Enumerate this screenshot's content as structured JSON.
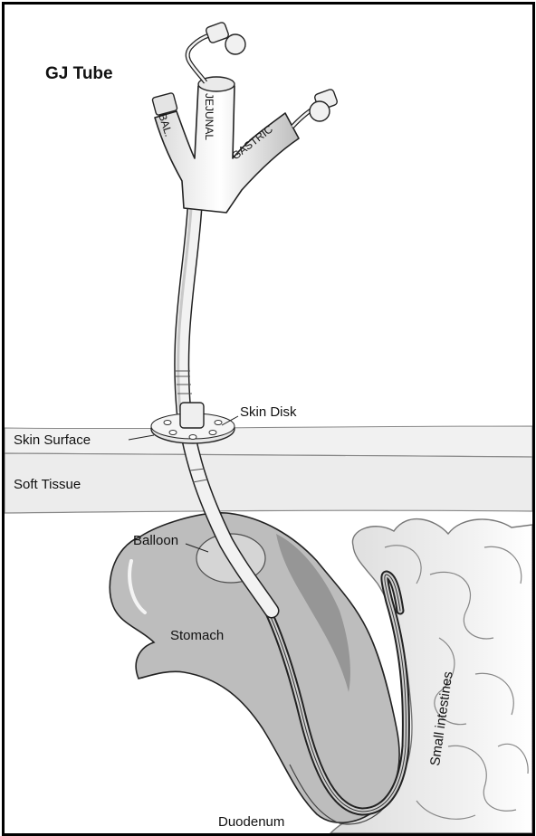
{
  "title": "GJ Tube",
  "ports": {
    "balloon": "BAL.",
    "jejunal": "JEJUNAL",
    "gastric": "GASTRIC"
  },
  "labels": {
    "skin_disk": "Skin Disk",
    "skin_surface": "Skin Surface",
    "soft_tissue": "Soft Tissue",
    "balloon": "Balloon",
    "stomach": "Stomach",
    "small_intestines": "Small intestines",
    "duodenum": "Duodenum"
  }
}
